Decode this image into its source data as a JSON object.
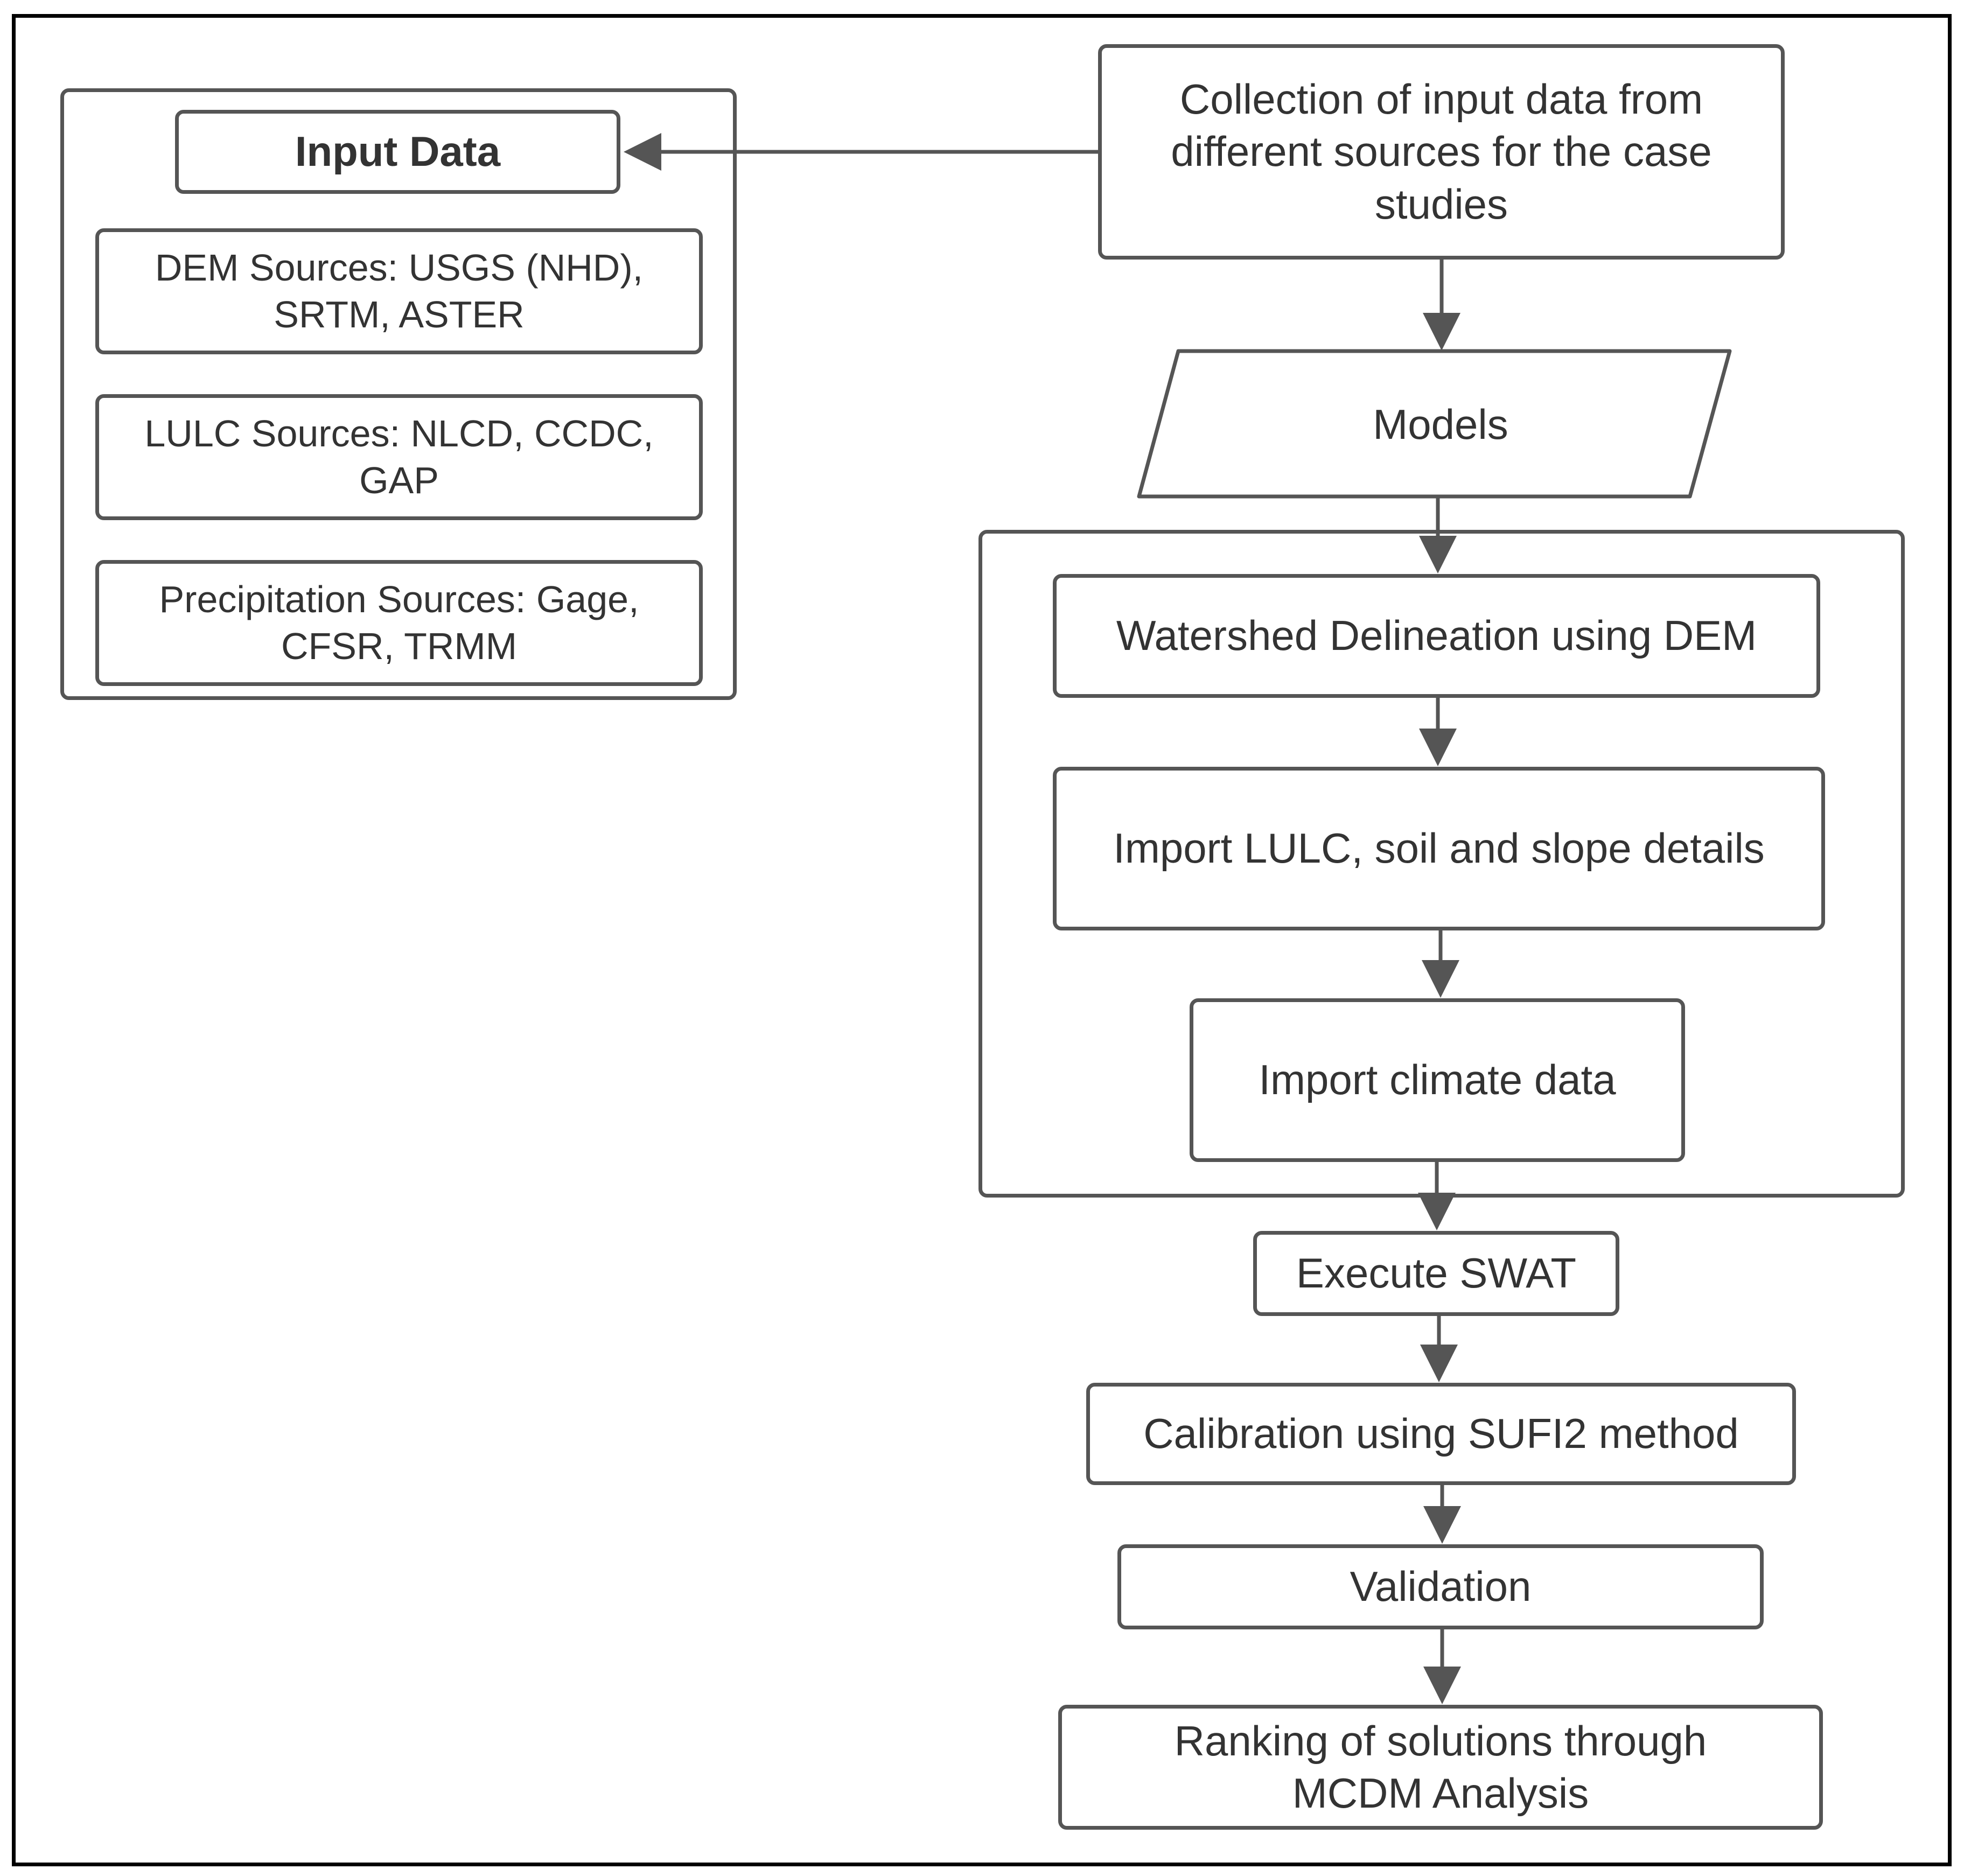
{
  "diagram": {
    "input_group": {
      "title": "Input Data",
      "items": [
        "DEM Sources: USGS (NHD), SRTM, ASTER",
        "LULC Sources: NLCD, CCDC, GAP",
        "Precipitation Sources: Gage, CFSR, TRMM"
      ]
    },
    "flow": {
      "collection": "Collection of input data from different sources for the case studies",
      "models": "Models",
      "watershed": "Watershed Delineation using DEM",
      "import_lulc": "Import LULC, soil and slope details",
      "import_climate": "Import climate data",
      "execute": "Execute SWAT",
      "calibration": "Calibration using SUFI2 method",
      "validation": "Validation",
      "ranking": "Ranking of solutions through MCDM Analysis"
    }
  }
}
